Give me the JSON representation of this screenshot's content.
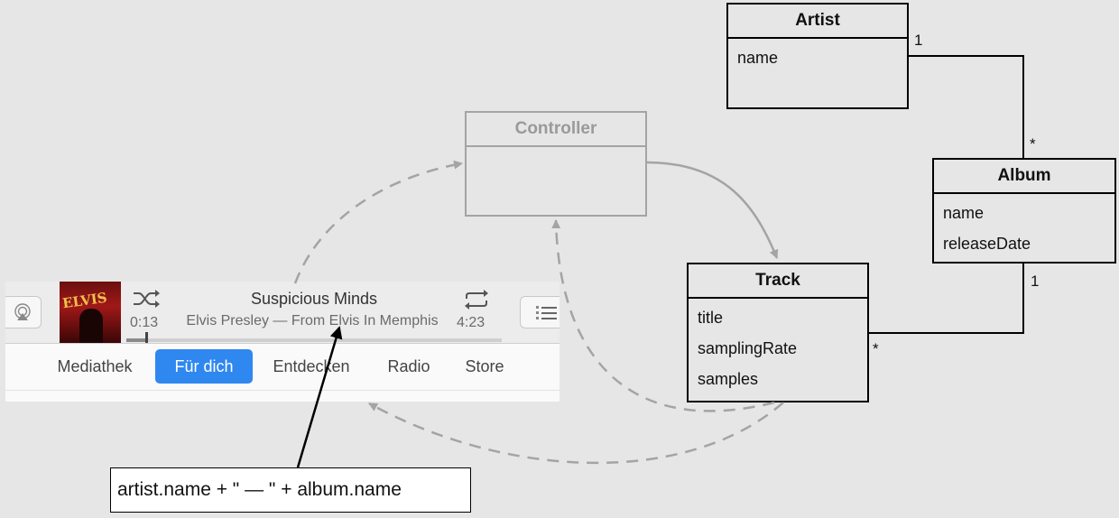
{
  "artist": {
    "title": "Artist",
    "attrs": [
      "name"
    ],
    "mult": "1"
  },
  "album": {
    "title": "Album",
    "attrs": [
      "name",
      "releaseDate"
    ],
    "mult_top": "*",
    "mult_bottom": "1"
  },
  "track": {
    "title": "Track",
    "attrs": [
      "title",
      "samplingRate",
      "samples"
    ],
    "mult": "*"
  },
  "controller": {
    "title": "Controller"
  },
  "player": {
    "song_title": "Suspicious Minds",
    "subtitle": "Elvis Presley — From Elvis In Memphis",
    "elapsed": "0:13",
    "total": "4:23",
    "progress": 0.05,
    "cover_text": "ELVIS",
    "tabs": [
      "Mediathek",
      "Für dich",
      "Entdecken",
      "Radio",
      "Store"
    ],
    "active_tab": 1,
    "accent_color": "#2f87f0",
    "icons": [
      "airplay-icon",
      "shuffle-icon",
      "repeat-icon",
      "list-icon"
    ]
  },
  "formula": "artist.name + \" — \" + album.name",
  "colors": {
    "line": "#000000",
    "faded": "#a4a4a4",
    "dashed": "#a4a4a4"
  }
}
